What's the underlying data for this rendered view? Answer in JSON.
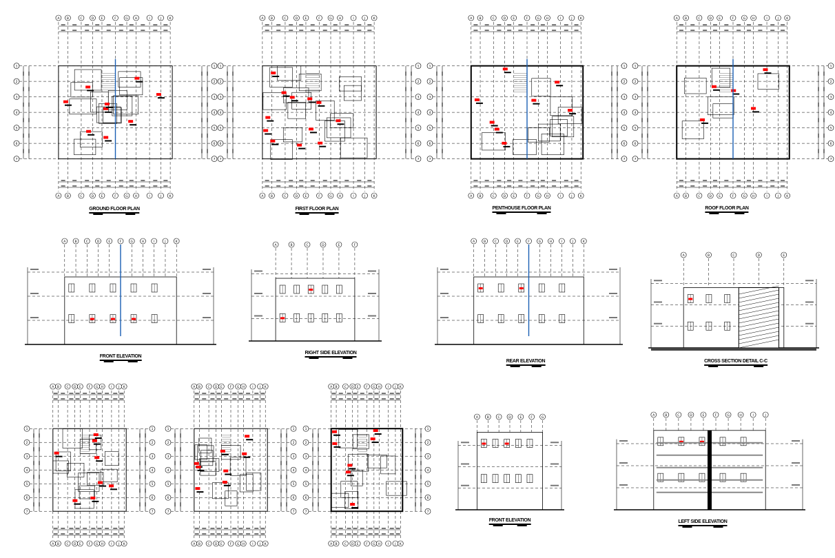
{
  "sheet": {
    "colors": {
      "line": "#000000",
      "tag": "#ff0000",
      "accent": "#1a5fb4",
      "hatch": "#555555",
      "fill_grey": "#8a8a8a"
    },
    "grid_column_labels": [
      "A",
      "B",
      "C",
      "D",
      "E",
      "F",
      "G",
      "H",
      "I",
      "J",
      "K"
    ],
    "drawings": [
      {
        "id": "ground-floor-plan",
        "title": "GROUND FLOOR PLAN",
        "kind": "plan"
      },
      {
        "id": "first-floor-plan",
        "title": "FIRST FLOOR PLAN",
        "kind": "plan"
      },
      {
        "id": "penthouse-floor-plan",
        "title": "PENTHOUSE FLOOR PLAN",
        "kind": "plan"
      },
      {
        "id": "roof-floor-plan",
        "title": "ROOF FLOOR PLAN",
        "kind": "plan"
      },
      {
        "id": "front-elevation",
        "title": "FRONT ELEVATION",
        "kind": "elevation"
      },
      {
        "id": "right-side-elevation",
        "title": "RIGHT SIDE ELEVATION",
        "kind": "elevation"
      },
      {
        "id": "rear-elevation",
        "title": "REAR ELEVATION",
        "kind": "elevation"
      },
      {
        "id": "cross-section",
        "title": "CROSS SECTION DETAIL C-C",
        "kind": "section"
      },
      {
        "id": "plan-small-1",
        "title": "",
        "kind": "plan"
      },
      {
        "id": "plan-small-2",
        "title": "",
        "kind": "plan"
      },
      {
        "id": "plan-small-3",
        "title": "",
        "kind": "plan"
      },
      {
        "id": "front-elevation-2",
        "title": "FRONT ELEVATION",
        "kind": "elevation"
      },
      {
        "id": "left-side-elevation",
        "title": "LEFT SIDE ELEVATION",
        "kind": "elevation"
      }
    ]
  }
}
